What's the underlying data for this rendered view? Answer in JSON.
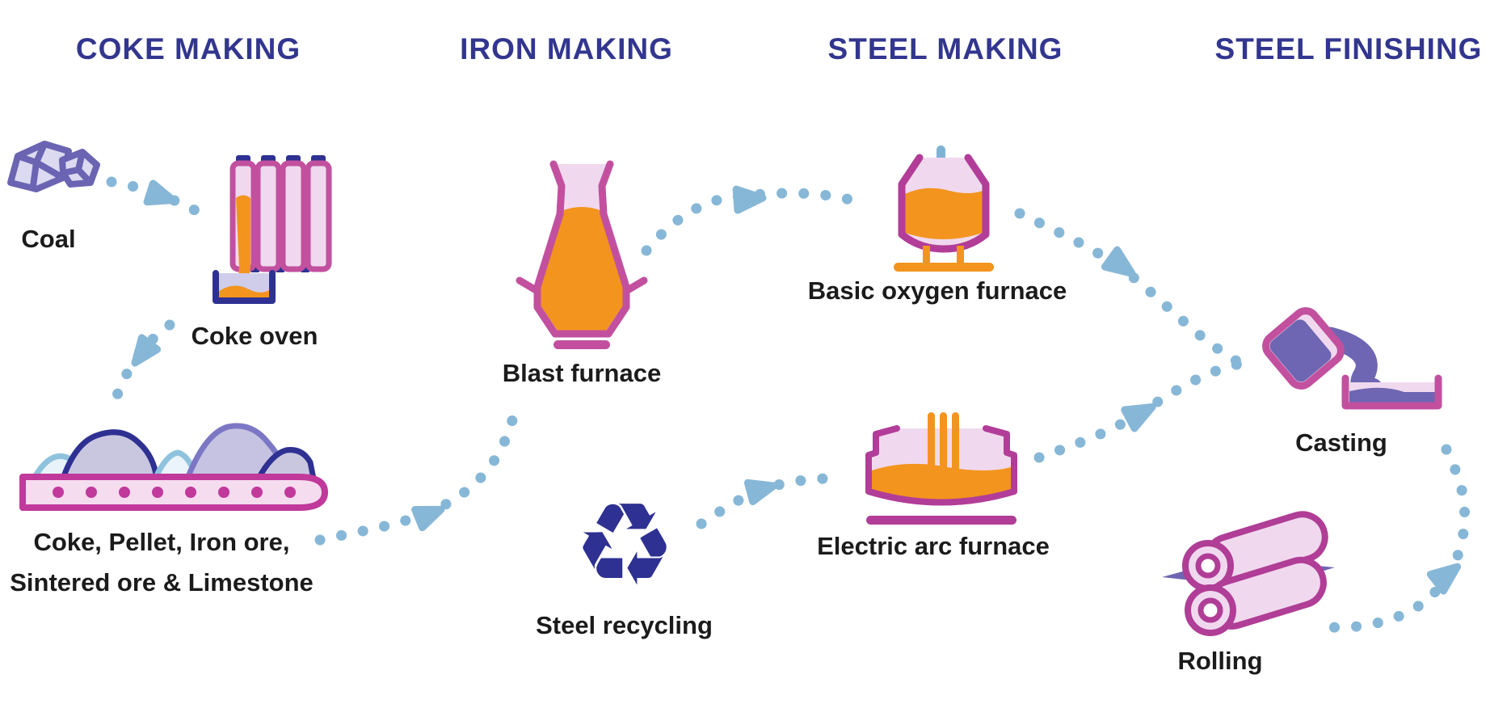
{
  "title": "Steel production process flow diagram",
  "palette": {
    "header_text": "#32368f",
    "label_text": "#1b1b1b",
    "arrow_blue": "#87b7d7",
    "magenta_outline": "#bf4a9e",
    "pink_fill": "#f0d9ee",
    "molten_orange": "#f3941e",
    "navy": "#2e3192",
    "steel_purple": "#6e66b2",
    "lavender_fill": "#d9d7ef",
    "pile_light_blue": "#8fc3dd",
    "pile_periwinkle": "#7c77c4",
    "lance_blue": "#7fb3d4"
  },
  "stages": [
    {
      "label": "COKE MAKING"
    },
    {
      "label": "IRON MAKING"
    },
    {
      "label": "STEEL MAKING"
    },
    {
      "label": "STEEL FINISHING"
    }
  ],
  "nodes": {
    "coal": {
      "label": "Coal"
    },
    "coke_oven": {
      "label": "Coke oven"
    },
    "raw_materials": {
      "label_line1": "Coke, Pellet, Iron ore,",
      "label_line2": "Sintered ore & Limestone"
    },
    "blast_furnace": {
      "label": "Blast furnace"
    },
    "steel_recycling": {
      "label": "Steel recycling"
    },
    "basic_oxygen_furnace": {
      "label": "Basic oxygen furnace"
    },
    "electric_arc_furnace": {
      "label": "Electric arc furnace"
    },
    "casting": {
      "label": "Casting"
    },
    "rolling": {
      "label": "Rolling"
    }
  },
  "icons": {
    "recycling_symbol": "♻"
  },
  "connections": [
    {
      "from": "Coal",
      "to": "Coke oven"
    },
    {
      "from": "Coke oven",
      "to": "Coke, Pellet, Iron ore, Sintered ore & Limestone"
    },
    {
      "from": "Coke, Pellet, Iron ore, Sintered ore & Limestone",
      "to": "Blast furnace"
    },
    {
      "from": "Blast furnace",
      "to": "Basic oxygen furnace"
    },
    {
      "from": "Basic oxygen furnace",
      "to": "Casting"
    },
    {
      "from": "Steel recycling",
      "to": "Electric arc furnace"
    },
    {
      "from": "Electric arc furnace",
      "to": "Casting"
    },
    {
      "from": "Casting",
      "to": "Rolling"
    }
  ]
}
